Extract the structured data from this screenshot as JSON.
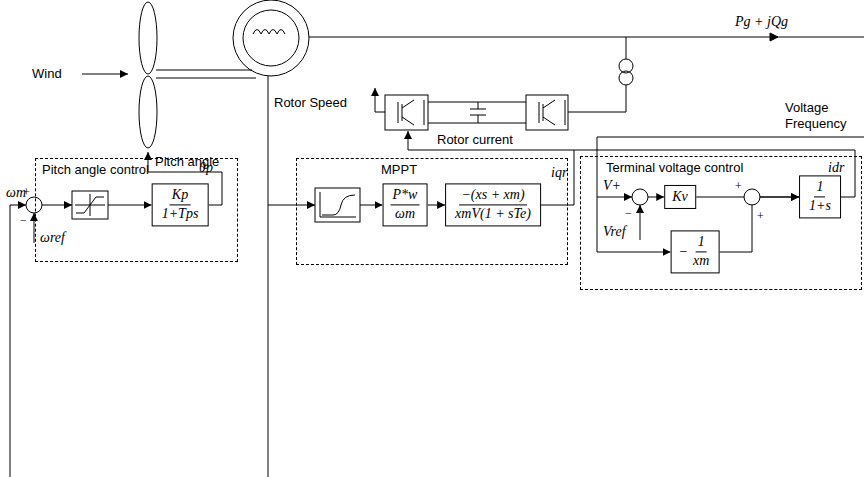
{
  "diagram": {
    "nodes": [
      {
        "text": [
          "Pitch angle control"
        ]
      },
      {
        "text": [
          "Kp",
          "1+Tps"
        ],
        "in": 0
      },
      {
        "text": [
          "MPPT"
        ]
      },
      {
        "text": [
          "P*w",
          "ωm"
        ],
        "in": 2
      },
      {
        "text": [
          "−(xs + xm)",
          "xmV(1 + sTe)"
        ],
        "in": 2
      },
      {
        "text": [
          "Terminal voltage control"
        ]
      },
      {
        "text": [
          "Kv"
        ],
        "in": 5
      },
      {
        "text": [
          "1",
          "1+s"
        ],
        "in": 5
      },
      {
        "text": [
          "−",
          "1",
          "xm"
        ],
        "in": 5
      }
    ],
    "edges": [
      {
        "from": 3,
        "to": 4,
        "arrow": "to"
      },
      {
        "from": 6,
        "to": 7,
        "arrow": "to"
      },
      {
        "from": 8,
        "to": 7,
        "arrow": "to"
      }
    ],
    "labels": [
      "Wind",
      "Pitch angle",
      "Rotor Speed",
      "Rotor current",
      "Pg + jQg",
      "Voltage Frequency",
      "θp",
      "iqr",
      "idr",
      "ωm",
      "+",
      "ωref",
      "−",
      "V+",
      "Vref",
      "−",
      "+",
      "+"
    ]
  }
}
